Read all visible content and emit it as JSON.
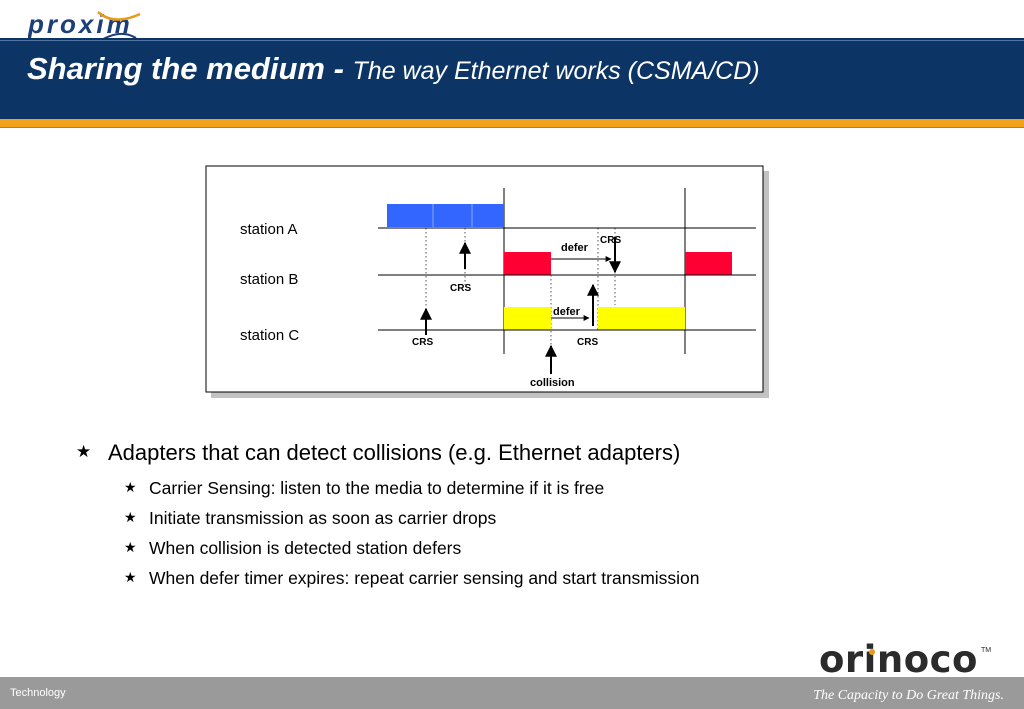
{
  "logo": {
    "text": "proxim"
  },
  "title": {
    "main": "Sharing the medium - ",
    "sub": "The way Ethernet works (CSMA/CD)"
  },
  "diagram": {
    "stations": [
      "station A",
      "station B",
      "station C"
    ],
    "crs_label": "CRS",
    "defer_label": "defer",
    "collision_label": "collision",
    "colors": {
      "station_a": "#3366ff",
      "station_b": "#ff0033",
      "station_c": "#ffff00"
    }
  },
  "bullets": {
    "main": "Adapters that can detect collisions (e.g. Ethernet adapters)",
    "sub": [
      "Carrier Sensing: listen to the media to determine if it is free",
      "Initiate transmission as soon as carrier drops",
      "When collision is detected station defers",
      "When defer timer expires: repeat carrier sensing and start transmission"
    ]
  },
  "brand": {
    "name": "orinoco",
    "tm": "TM"
  },
  "footer": {
    "left": "Technology",
    "right": "The Capacity to Do Great Things."
  }
}
